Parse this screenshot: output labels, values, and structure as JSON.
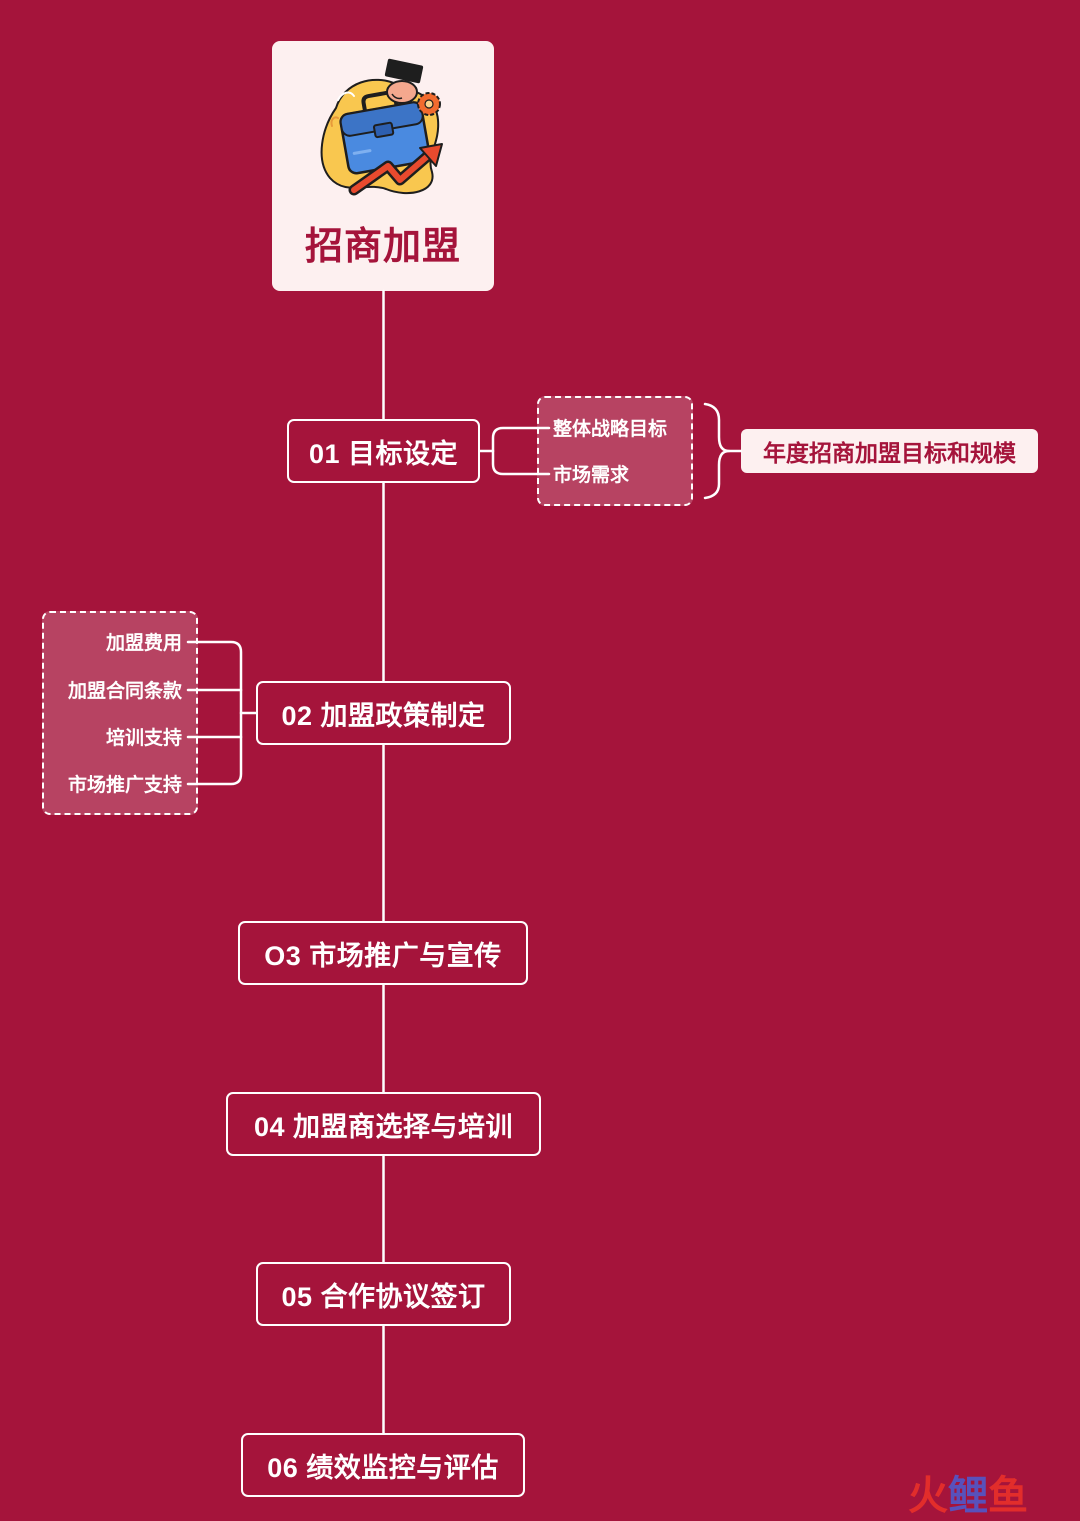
{
  "root": {
    "title": "招商加盟",
    "illustration": "briefcase-growth-icon"
  },
  "steps": [
    {
      "label": "01 目标设定"
    },
    {
      "label": "02 加盟政策制定"
    },
    {
      "label": "O3 市场推广与宣传"
    },
    {
      "label": "04 加盟商选择与培训"
    },
    {
      "label": "05 合作协议签订"
    },
    {
      "label": "06 绩效监控与评估"
    }
  ],
  "branch_01": {
    "items": [
      "整体战略目标",
      "市场需求"
    ],
    "summary": "年度招商加盟目标和规模"
  },
  "branch_02": {
    "items": [
      "加盟费用",
      "加盟合同条款",
      "培训支持",
      "市场推广支持"
    ]
  },
  "watermark": {
    "chars": [
      "火",
      "鲤",
      "鱼"
    ]
  },
  "colors": {
    "background": "#A5143B",
    "node_fill": "#FDF0F0",
    "accent": "#A5143B",
    "line": "#FFFFFF"
  }
}
